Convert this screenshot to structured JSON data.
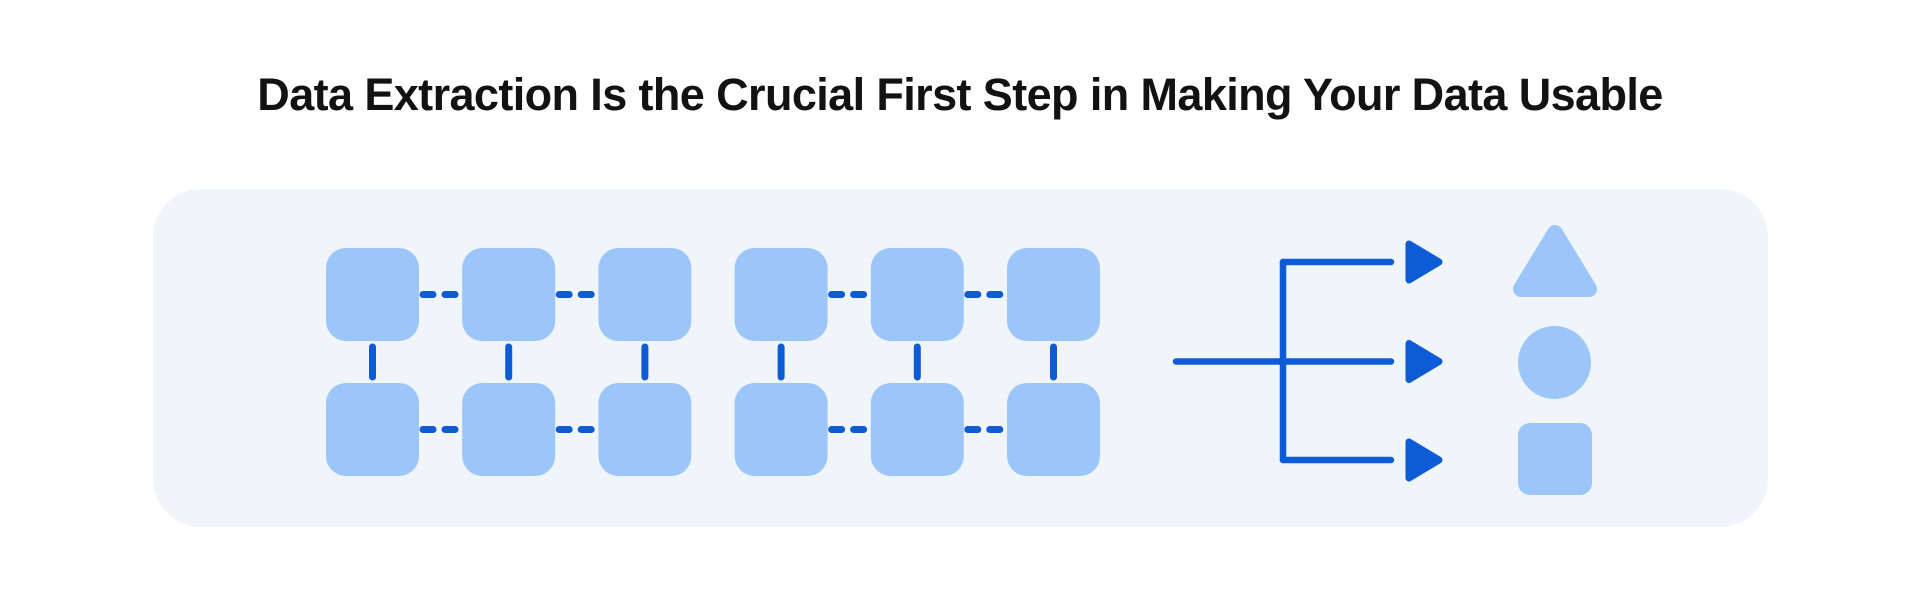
{
  "title": {
    "text": "Data Extraction Is the Crucial First Step in Making Your Data Usable"
  },
  "colors": {
    "page_bg": "#FFFFFF",
    "panel_bg": "#F0F5FC",
    "node_blue": "#9CC6F9",
    "accent_blue": "#0D5CD6",
    "title_text": "#121212"
  },
  "diagram": {
    "source_grid": {
      "rows": 2,
      "columns": 6,
      "group_size": 3,
      "node_shape": "rounded-square",
      "horizontal_link_style": "dashed",
      "vertical_link_style": "solid"
    },
    "fork": {
      "branches": 3,
      "direction": "right",
      "arrow_icon": "right-arrowhead"
    },
    "outputs": [
      {
        "shape": "triangle"
      },
      {
        "shape": "circle"
      },
      {
        "shape": "square"
      }
    ]
  }
}
